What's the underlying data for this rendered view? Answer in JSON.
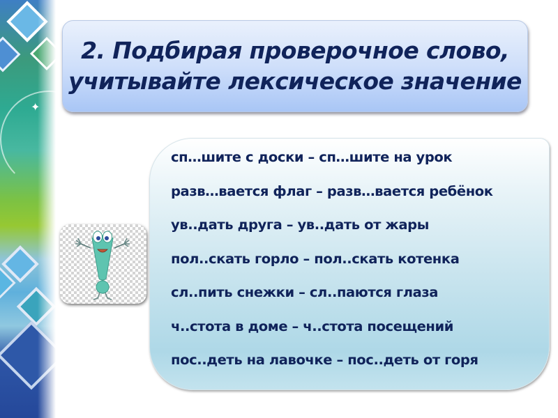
{
  "slide": {
    "title": {
      "line1": "2. Подбирая проверочное слово,",
      "line2": "учитывайте лексическое значение"
    },
    "illustration": {
      "description": "cartoon exclamation mark character",
      "icon": "exclamation-mascot"
    },
    "examples": [
      "сп…шите с доски – сп…шите на урок",
      "разв…вается флаг – разв…вается ребёнок",
      "ув..дать друга – ув..дать от жары",
      "пол..скать горло – пол..скать котенка",
      "сл..пить снежки – сл..паются глаза",
      "ч..стота в доме – ч..стота посещений",
      "пос..деть на лавочке – пос..деть от горя"
    ],
    "colors": {
      "text": "#10235a",
      "title_bg_top": "#eaf1fc",
      "title_bg_bottom": "#a9c6f6",
      "card_bg": "#c8e4ee",
      "mascot": "#5ec4b0"
    }
  }
}
